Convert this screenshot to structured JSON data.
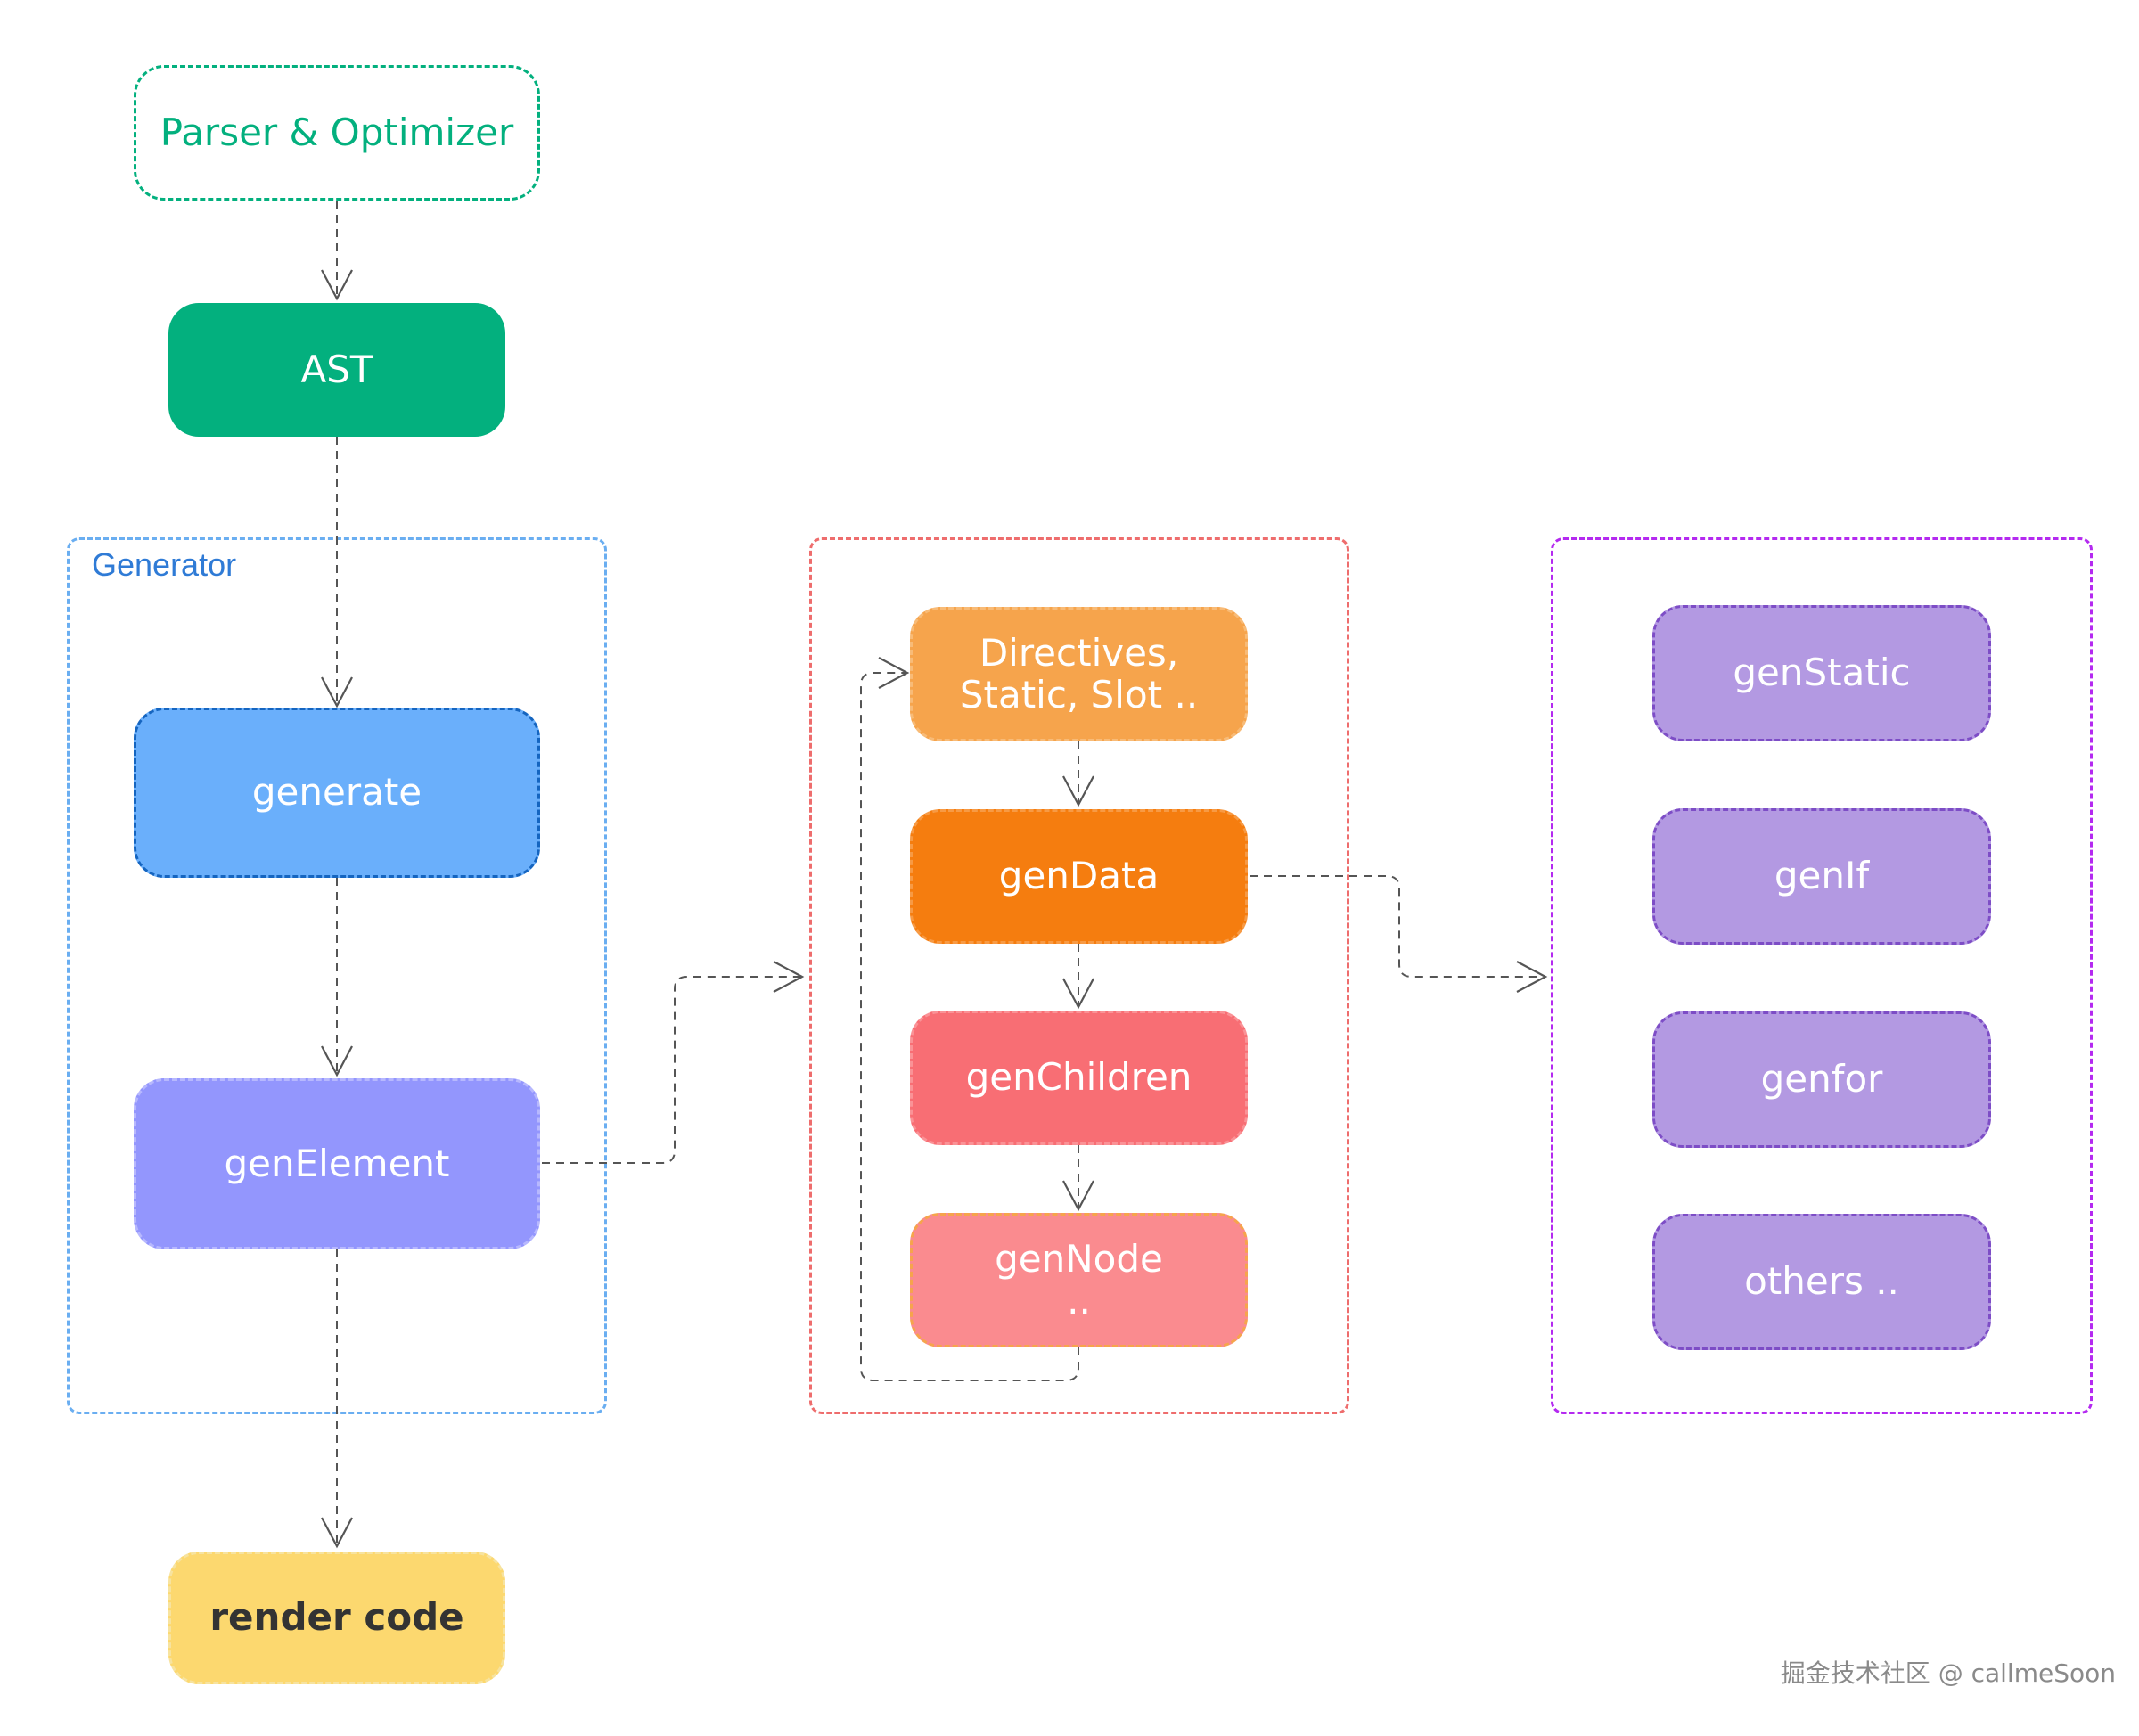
{
  "diagram": {
    "source_node": "Parser & Optimizer",
    "ast_node": "AST",
    "generator_group_label": "Generator",
    "generate_node": "generate",
    "gen_element_node": "genElement",
    "render_code_node": "render code",
    "middle_group": {
      "directives_line1": "Directives,",
      "directives_line2": "Static, Slot ..",
      "gen_data": "genData",
      "gen_children": "genChildren",
      "gen_node_line1": "genNode",
      "gen_node_line2": ".."
    },
    "right_group": {
      "gen_static": "genStatic",
      "gen_if": "genIf",
      "gen_for": "genfor",
      "others": "others .."
    }
  },
  "watermark": "掘金技术社区 @ callmeSoon",
  "colors": {
    "green": "#03b07e",
    "blue_light": "#6aaffb",
    "blue_border": "#1565c0",
    "periwinkle": "#9396fd",
    "yellow": "#fcd86f",
    "orange_light": "#f6a44c",
    "orange": "#f57d0f",
    "coral": "#f86e74",
    "pink": "#fa8b8f",
    "purple": "#b399e2",
    "purple_border": "#7d4dc6",
    "group_blue": "#6aaef1",
    "group_red": "#ee6d6d",
    "group_magenta": "#b42af0"
  }
}
